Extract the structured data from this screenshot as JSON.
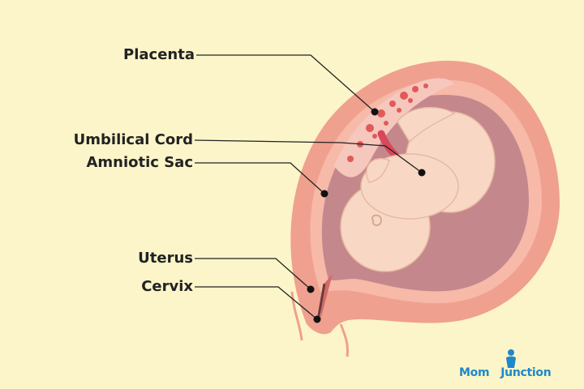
{
  "labels": {
    "placenta": "Placenta",
    "umbilical_cord": "Umbilical Cord",
    "amniotic_sac": "Amniotic Sac",
    "uterus": "Uterus",
    "cervix": "Cervix"
  },
  "brand": {
    "part1": "Mom",
    "part2": "Junction"
  },
  "colors": {
    "background": "#fbf5c9",
    "uterus_outer": "#f0a08e",
    "uterus_inner": "#f7b9a8",
    "sac_fluid": "#c98f8f",
    "fetus": "#f8d8c4",
    "placenta": "#e05a5a",
    "brand": "#1e88c9"
  }
}
